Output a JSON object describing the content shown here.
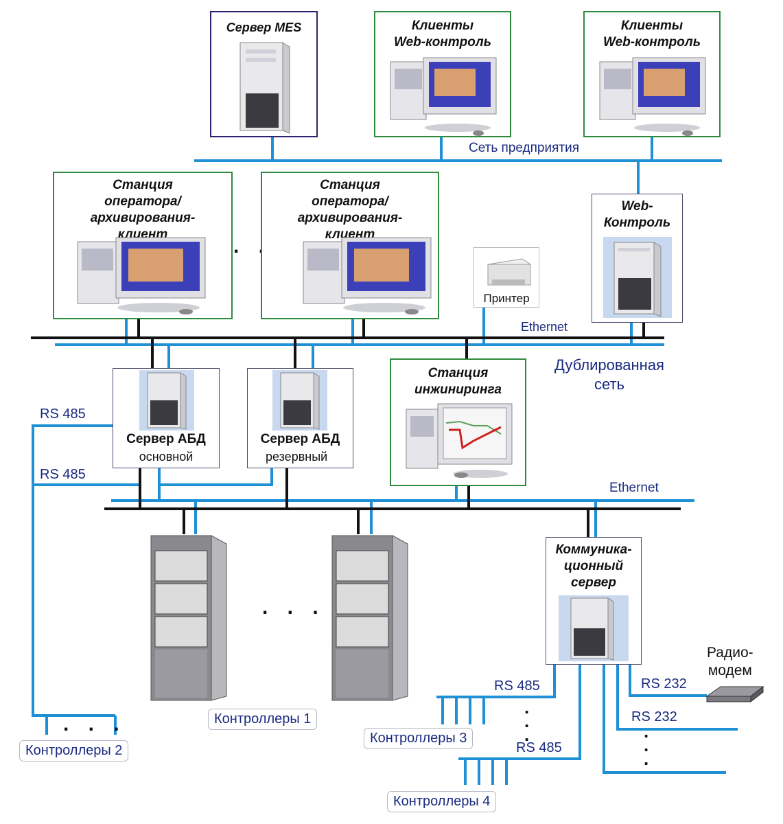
{
  "boxes": {
    "mes_server": "Сервер MES",
    "web_clients_1": "Клиенты\nWeb-контроль",
    "web_clients_2": "Клиенты\nWeb-контроль",
    "operator_station_1": "Станция\nоператора/архивирования-\nклиент",
    "operator_station_2": "Станция\nоператора/архивирования-\nклиент",
    "web_control": "Web-\nКонтроль",
    "printer": "Принтер",
    "abd_main_title": "Сервер АБД",
    "abd_main_sub": "основной",
    "abd_backup_title": "Сервер АБД",
    "abd_backup_sub": "резервный",
    "engineering_station": "Станция\nинжиниринга",
    "comm_server": "Коммуника-\nционный\nсервер"
  },
  "labels": {
    "enterprise_net": "Сеть предприятия",
    "ethernet_top": "Ethernet",
    "redundant_net": "Дублированная\nсеть",
    "ethernet_bottom": "Ethernet",
    "rs485_upper": "RS 485",
    "rs485_lower": "RS 485",
    "rs485_ctrl3": "RS 485",
    "rs485_ctrl4": "RS 485",
    "rs232_1": "RS 232",
    "rs232_2": "RS 232",
    "radio_modem": "Радио-\nмодем"
  },
  "controllers": {
    "c1": "Контроллеры 1",
    "c2": "Контроллеры 2",
    "c3": "Контроллеры 3",
    "c4": "Контроллеры 4"
  },
  "ellipsis": {
    "stations": ". . .",
    "cabinets": ". . .",
    "c2": ". . .",
    "c3": ".\n.\n.",
    "rs232": ".\n.\n."
  },
  "colors": {
    "network_blue": "#1f8fd6",
    "network_black": "#111111",
    "box_green": "#2e8b3e",
    "box_navy": "#2b2470",
    "label_blue": "#1a2a80"
  }
}
